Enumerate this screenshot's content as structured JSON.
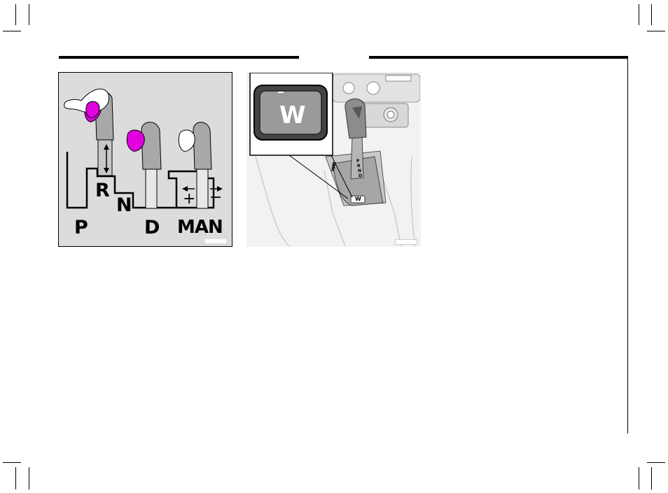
{
  "figure_left": {
    "gear_labels": {
      "p": "P",
      "r": "R",
      "n": "N",
      "d": "D",
      "man": "MAN"
    },
    "manual_signs": {
      "plus": "+",
      "minus": "−"
    },
    "highlight_color": "#e000e0",
    "panel_color": "#dcdcdc",
    "lever_color": "#a8a8a8"
  },
  "figure_right": {
    "winter_button_label": "W",
    "console_gate_label": "W",
    "gate_letters": [
      "P",
      "R",
      "N",
      "D"
    ],
    "gate_side_text": "MAN"
  },
  "colors": {
    "page": "#ffffff",
    "rule": "#000000",
    "button_face": "#9a9a9a"
  }
}
